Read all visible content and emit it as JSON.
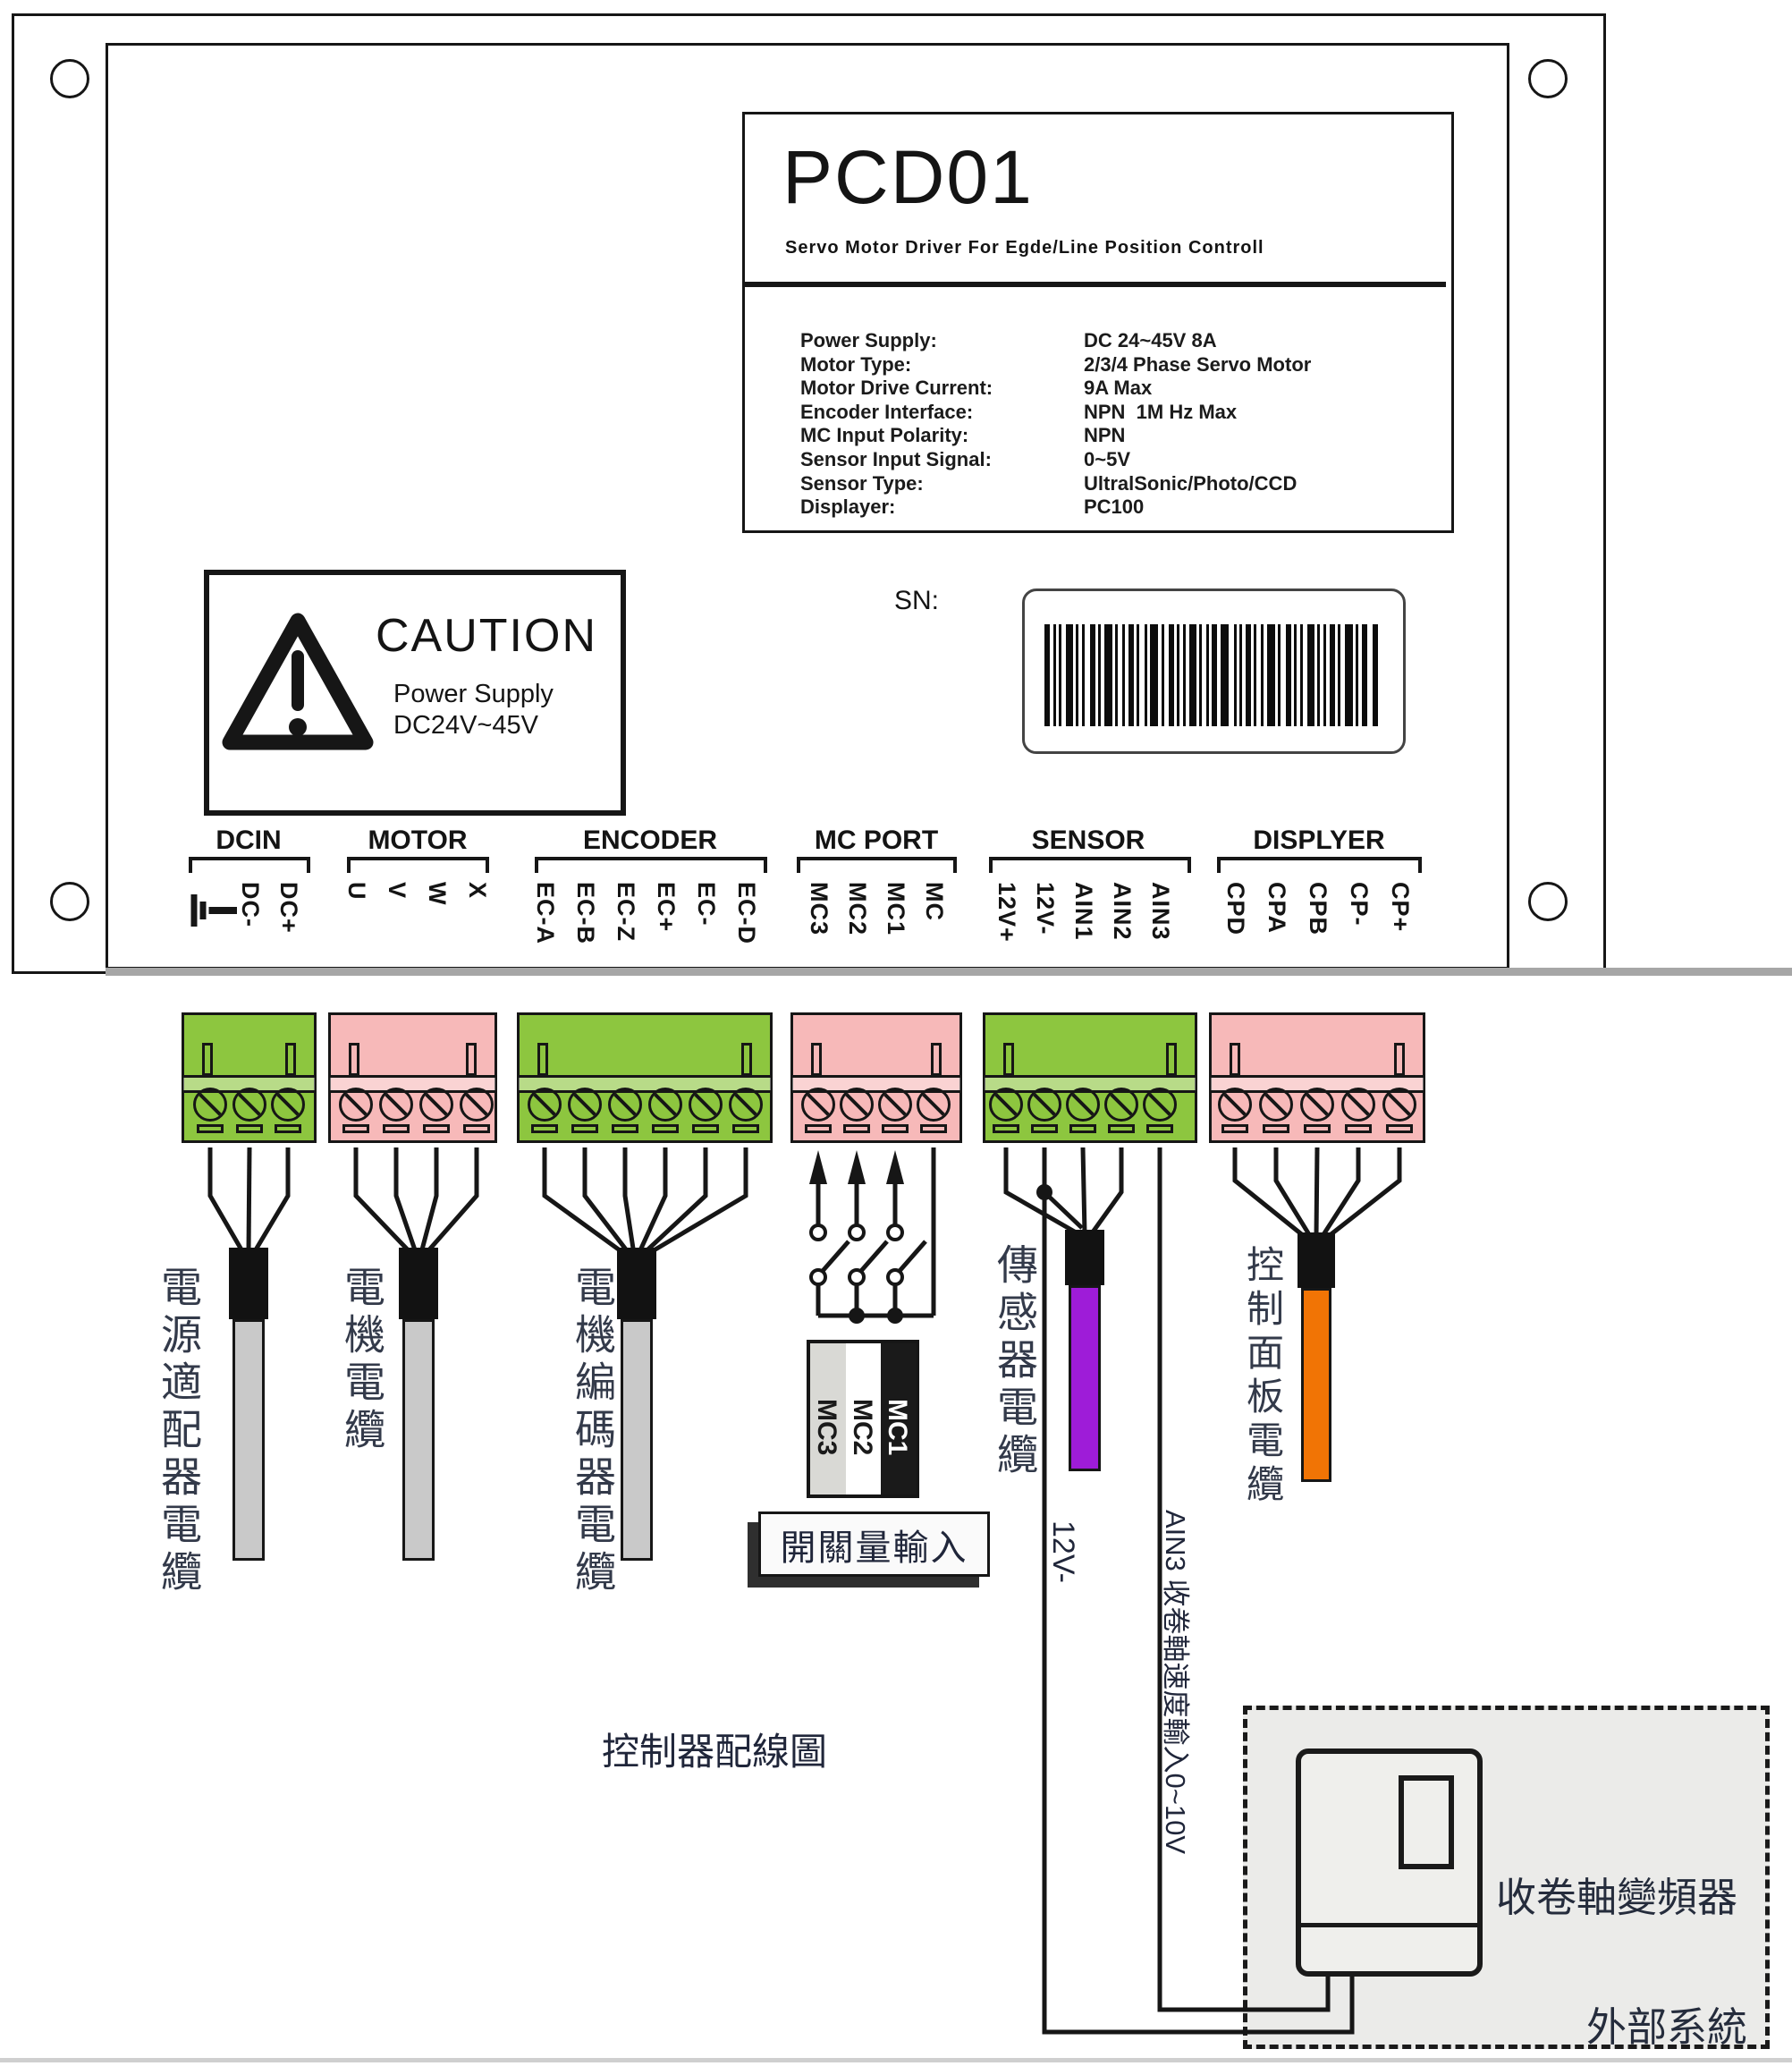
{
  "panel": {
    "model": "PCD01",
    "subtitle": "Servo Motor Driver For Egde/Line Position Controll",
    "specs": [
      {
        "label": "Power Supply:",
        "value": "DC 24~45V 8A"
      },
      {
        "label": "Motor Type:",
        "value": "2/3/4 Phase Servo Motor"
      },
      {
        "label": "Motor Drive Current:",
        "value": "9A Max"
      },
      {
        "label": "Encoder Interface:",
        "value": "NPN  1M Hz Max"
      },
      {
        "label": "MC Input Polarity:",
        "value": "NPN"
      },
      {
        "label": "Sensor Input Signal:",
        "value": "0~5V"
      },
      {
        "label": "Sensor Type:",
        "value": "UltralSonic/Photo/CCD"
      },
      {
        "label": "Displayer:",
        "value": "PC100"
      }
    ],
    "caution": {
      "title": "CAUTION",
      "line1": "Power Supply",
      "line2": "DC24V~45V"
    },
    "sn_label": "SN:",
    "groups": [
      {
        "name": "DCIN",
        "connector_color": "green",
        "pins": [
          {
            "icon": "ground-icon"
          },
          "DC-",
          "DC+"
        ]
      },
      {
        "name": "MOTOR",
        "connector_color": "pink",
        "pins": [
          "U",
          "V",
          "W",
          "X"
        ]
      },
      {
        "name": "ENCODER",
        "connector_color": "green",
        "pins": [
          "EC-A",
          "EC-B",
          "EC-Z",
          "EC+",
          "EC-",
          "EC-D"
        ]
      },
      {
        "name": "MC PORT",
        "connector_color": "pink",
        "pins": [
          "MC3",
          "MC2",
          "MC1",
          "MC"
        ]
      },
      {
        "name": "SENSOR",
        "connector_color": "green",
        "pins": [
          "12V+",
          "12V-",
          "AIN1",
          "AIN2",
          "AIN3"
        ]
      },
      {
        "name": "DISPLYER",
        "connector_color": "pink",
        "pins": [
          "CPD",
          "CPA",
          "CPB",
          "CP-",
          "CP+"
        ]
      }
    ]
  },
  "cables": [
    {
      "label": "電源適配器電纜",
      "color": "#c9c9c9"
    },
    {
      "label": "電機電纜",
      "color": "#c9c9c9"
    },
    {
      "label": "電機編碼器電纜",
      "color": "#c9c9c9"
    },
    {
      "label": "傳感器電纜",
      "color": "#9e1cd8"
    },
    {
      "label": "控制面板電纜",
      "color": "#f17405"
    }
  ],
  "mc_legend": {
    "items": [
      {
        "label": "MC3",
        "bg": "#d9d9d5",
        "fg": "#1a1a1a"
      },
      {
        "label": "MC2",
        "bg": "#ffffff",
        "fg": "#1a1a1a"
      },
      {
        "label": "MC1",
        "bg": "#1a1a1a",
        "fg": "#ffffff"
      }
    ]
  },
  "switch_input_label": "開關量輸入",
  "wire_labels": {
    "v12": "12V-",
    "ain3": "AIN3  收卷軸速度輸入0~10V"
  },
  "diagram_title": "控制器配線圖",
  "external_system": {
    "inverter_label": "收卷軸變頻器",
    "box_label": "外部系統"
  },
  "colors": {
    "green": "#8dc63f",
    "pink": "#f7b9b9",
    "purple": "#9e1cd8",
    "orange": "#f17405",
    "gray_cable": "#c9c9c9",
    "wire": "#161616"
  }
}
